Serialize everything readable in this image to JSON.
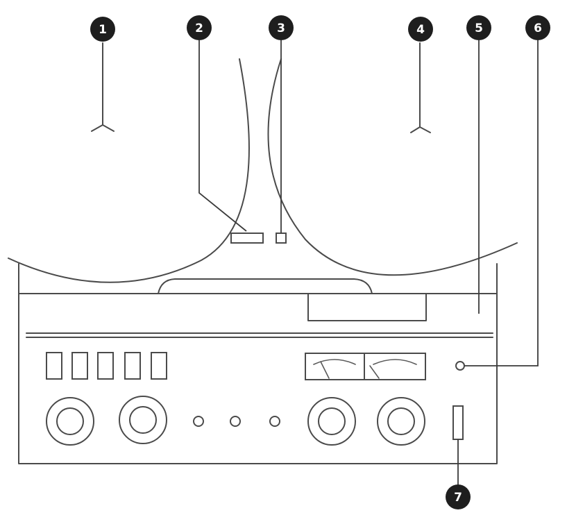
{
  "callouts": [
    {
      "id": "callout-1",
      "label": "1"
    },
    {
      "id": "callout-2",
      "label": "2"
    },
    {
      "id": "callout-3",
      "label": "3"
    },
    {
      "id": "callout-4",
      "label": "4"
    },
    {
      "id": "callout-5",
      "label": "5"
    },
    {
      "id": "callout-6",
      "label": "6"
    },
    {
      "id": "callout-7",
      "label": "7"
    }
  ],
  "colors": {
    "line": "#4a4a4a",
    "badge": "#1e1e1e",
    "badge_text": "#ffffff",
    "background": "#ffffff"
  }
}
